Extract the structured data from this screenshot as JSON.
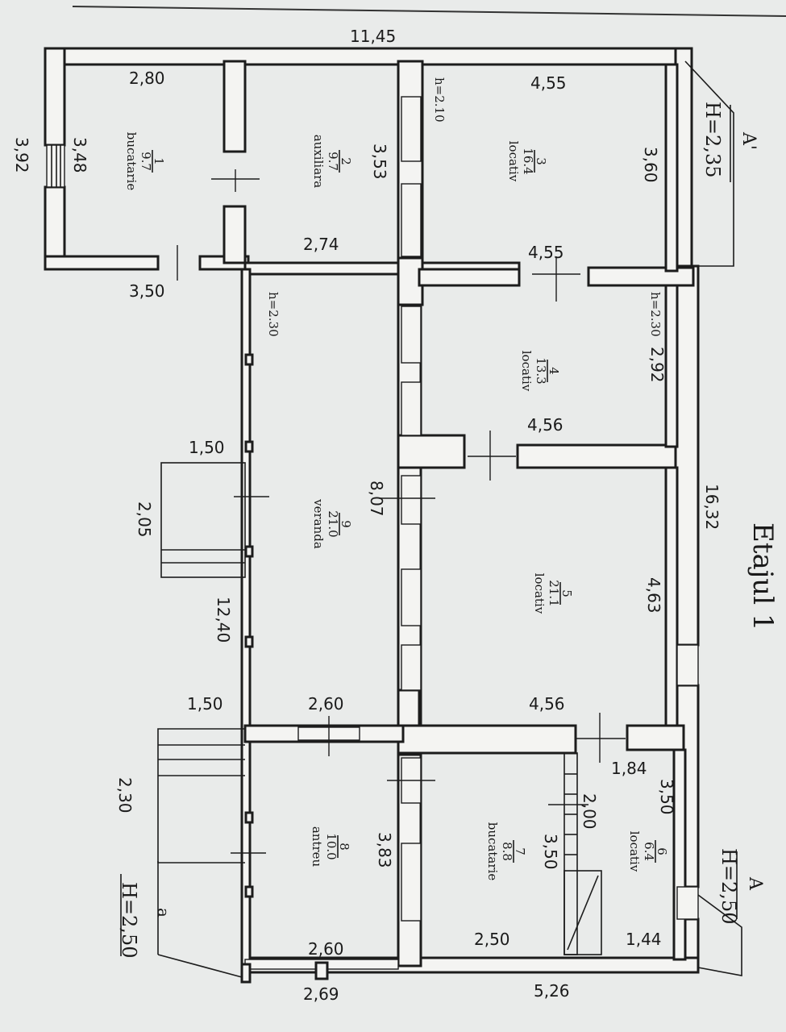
{
  "title": "Etajul 1",
  "section_marks": {
    "a_prime": "A'",
    "h_top": "H=2,35",
    "a": "A",
    "h_right": "H=2,50",
    "a_small": "a",
    "h_left": "H=2,50"
  },
  "rooms": [
    {
      "num": "1",
      "area": "9.7",
      "name": "bucatarie"
    },
    {
      "num": "2",
      "area": "9.7",
      "name": "auxiliara"
    },
    {
      "num": "3",
      "area": "16.4",
      "name": "locativ"
    },
    {
      "num": "4",
      "area": "13.3",
      "name": "locativ"
    },
    {
      "num": "5",
      "area": "21.1",
      "name": "locativ"
    },
    {
      "num": "6",
      "area": "6.4",
      "name": "locativ"
    },
    {
      "num": "7",
      "area": "8.8",
      "name": "bucatarie"
    },
    {
      "num": "8",
      "area": "10.0",
      "name": "antreu"
    },
    {
      "num": "9",
      "area": "21.0",
      "name": "veranda"
    }
  ],
  "heights": [
    "h=2.10",
    "h=2.30",
    "h=2.30"
  ],
  "dimensions": {
    "top_total": "11,45",
    "left_outer": "3,92",
    "r1_w": "2,80",
    "r1_h": "3,48",
    "r1_bottom": "3,50",
    "r2_h": "3,53",
    "r2_w": "2,74",
    "r3_top": "4,55",
    "r3_right": "3,60",
    "r3_bottom": "4,55",
    "r4_right": "2,92",
    "r4_bottom": "4,56",
    "right_total": "16,32",
    "center": "8,07",
    "r5_right": "4,63",
    "r5_bottom": "4,56",
    "r6_a": "1,84",
    "r6_b": "3,50",
    "r7_a": "2,00",
    "r7_b": "3,50",
    "r7_bottom": "2,50",
    "r6_bottom": "1,44",
    "r8_h": "3,83",
    "bottom_right": "5,26",
    "stair1_w": "1,50",
    "stair1_l": "2,05",
    "veranda_len": "12,40",
    "stair2_w": "1,50",
    "door_top": "2,60",
    "door_bottom": "2,60",
    "stair2_l": "2,30",
    "bottom_left": "2,69"
  }
}
